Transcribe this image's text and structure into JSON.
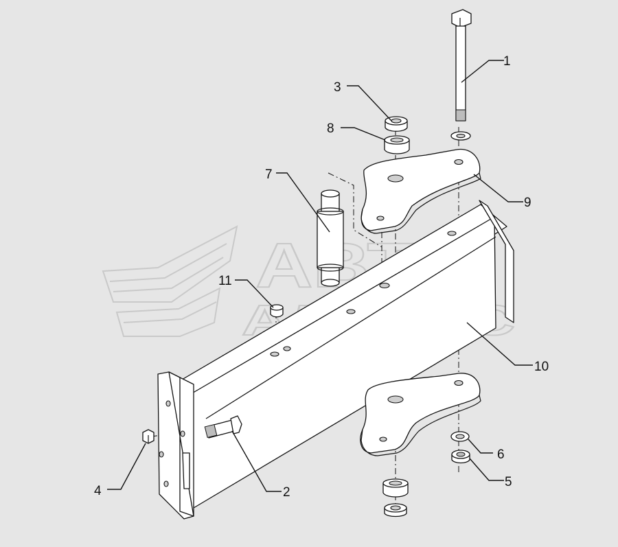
{
  "diagram": {
    "watermark": {
      "line1": "АВТО",
      "line2": "АЛЬЯНС"
    },
    "callouts": [
      {
        "id": "c1",
        "label": "1"
      },
      {
        "id": "c2",
        "label": "2"
      },
      {
        "id": "c3",
        "label": "3"
      },
      {
        "id": "c4",
        "label": "4"
      },
      {
        "id": "c5",
        "label": "5"
      },
      {
        "id": "c6",
        "label": "6"
      },
      {
        "id": "c7",
        "label": "7"
      },
      {
        "id": "c8",
        "label": "8"
      },
      {
        "id": "c9",
        "label": "9"
      },
      {
        "id": "c10",
        "label": "10"
      },
      {
        "id": "c11",
        "label": "11"
      }
    ],
    "colors": {
      "background": "#e6e6e6",
      "line": "#111111",
      "watermark": "#c9c9c9"
    }
  }
}
